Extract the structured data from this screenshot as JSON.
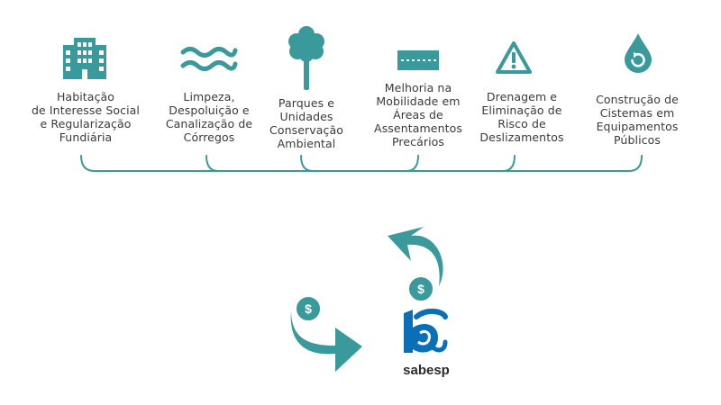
{
  "colors": {
    "teal": "#3a9a9b",
    "teal_dark": "#2e8a8b",
    "sabesp_blue": "#0b6fb8",
    "text": "#3a3a3a"
  },
  "programs": [
    {
      "icon": "building-icon",
      "label": "Habitação\nde Interesse Social\ne Regularização\nFundiária"
    },
    {
      "icon": "water-waves-icon",
      "label": "Limpeza,\nDespoluição e\nCanalização de\nCórregos"
    },
    {
      "icon": "tree-icon",
      "label": "Parques e\nUnidades\nConservação\nAmbiental"
    },
    {
      "icon": "road-icon",
      "label": "Melhoria na\nMobilidade em\nÁreas de\nAssentamentos\nPrecários"
    },
    {
      "icon": "warning-triangle-icon",
      "label": "Drenagem e\nEliminação de\nRisco de\nDeslizamentos"
    },
    {
      "icon": "water-drop-icon",
      "label": "Construção de\nCistemas em\nEquipamentos\nPúblicos"
    }
  ],
  "money_flow": {
    "in_coin": "$",
    "out_coin": "$",
    "arrow_in_icon": "curved-arrow-right-icon",
    "arrow_out_icon": "curved-arrow-up-icon"
  },
  "brand": {
    "logo_icon": "sabesp-logo-icon",
    "name": "sabesp"
  }
}
